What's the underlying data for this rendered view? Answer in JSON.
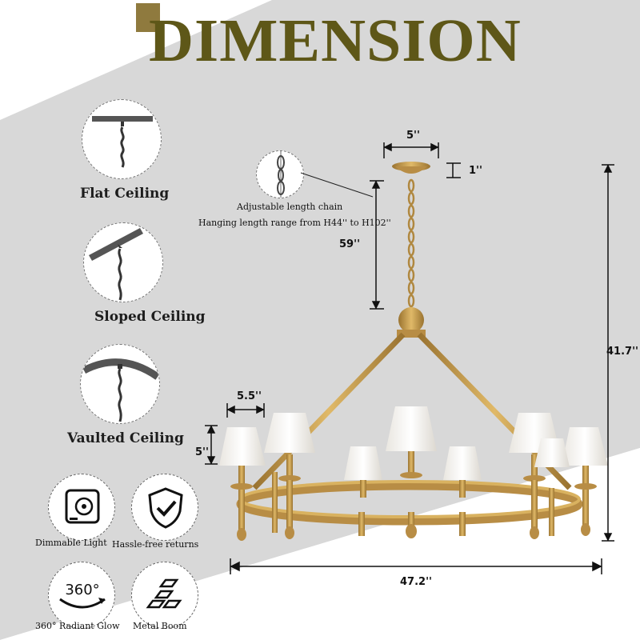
{
  "title": "DIMENSION",
  "ceilings": [
    {
      "label": "Flat Ceiling"
    },
    {
      "label": "Sloped Ceiling"
    },
    {
      "label": "Vaulted Ceiling"
    }
  ],
  "chain_note": {
    "line1": "Adjustable length chain",
    "line2": "Hanging length range from H44'' to H102''"
  },
  "dimensions": {
    "canopy_width": "5''",
    "canopy_height": "1''",
    "chain_length": "59''",
    "total_height": "41.7''",
    "shade_width": "5.5''",
    "shade_height": "5''",
    "total_width": "47.2''"
  },
  "features": [
    {
      "label": "Dimmable Light",
      "icon": "dimmer-icon"
    },
    {
      "label": "Hassle-free returns",
      "icon": "shield-check-icon"
    },
    {
      "label": "360° Radiant Glow",
      "icon": "rotate-360-icon",
      "icon_text": "360°"
    },
    {
      "label": "Metal Boom",
      "icon": "metal-bars-icon"
    }
  ],
  "colors": {
    "title": "#5e5718",
    "brass": "#c49a4a",
    "panel": "#d9d9d9"
  }
}
